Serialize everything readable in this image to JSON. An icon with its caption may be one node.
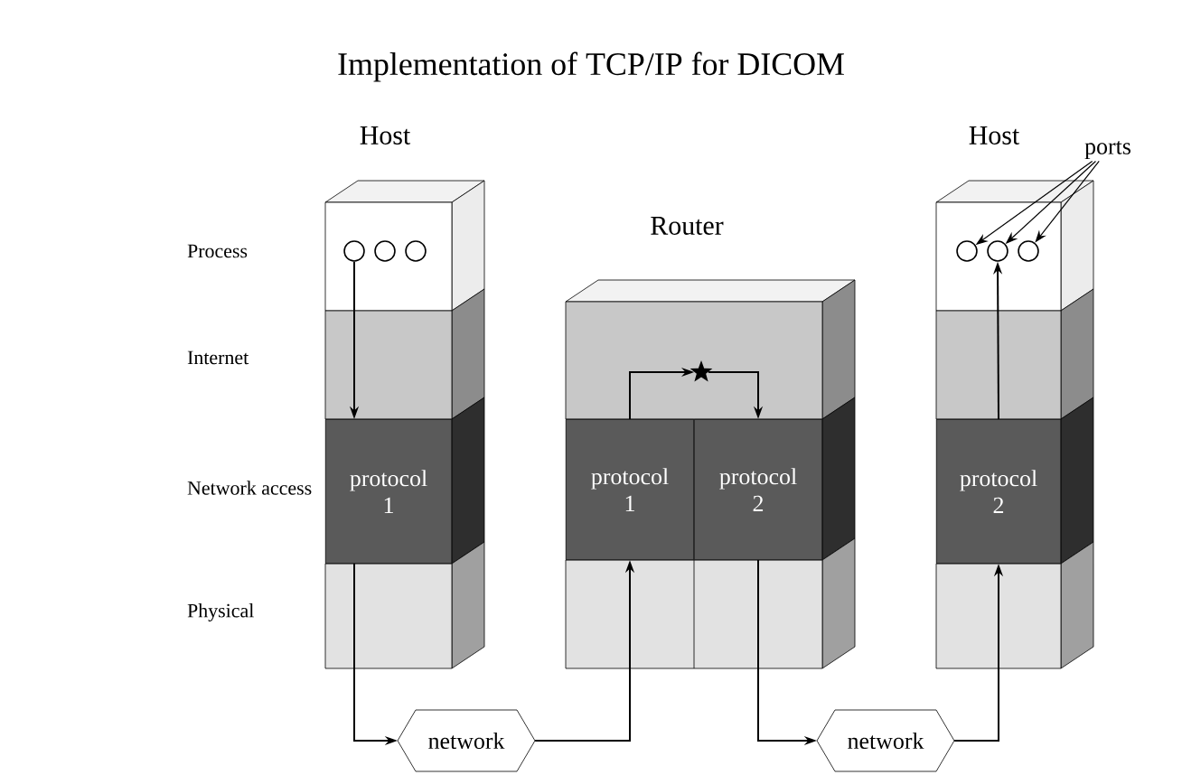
{
  "diagram": {
    "title": "Implementation of TCP/IP for DICOM",
    "nodes": [
      {
        "text": [
          "Host"
        ]
      },
      {
        "text": [],
        "shape": "circle",
        "in": 0
      },
      {
        "text": [],
        "shape": "circle",
        "in": 0
      },
      {
        "text": [],
        "shape": "circle",
        "in": 0
      },
      {
        "text": [
          "protocol 1"
        ],
        "in": 0
      },
      {
        "text": [
          "Router"
        ]
      },
      {
        "text": [],
        "shape": "star",
        "in": 5
      },
      {
        "text": [
          "protocol 1"
        ],
        "in": 5
      },
      {
        "text": [
          "protocol 2"
        ],
        "in": 5
      },
      {
        "text": [
          "Host"
        ]
      },
      {
        "text": [],
        "shape": "circle",
        "in": 9
      },
      {
        "text": [],
        "shape": "circle",
        "in": 9
      },
      {
        "text": [],
        "shape": "circle",
        "in": 9
      },
      {
        "text": [
          "protocol 2"
        ],
        "in": 9
      },
      {
        "text": [
          "network"
        ]
      },
      {
        "text": [
          "network"
        ]
      },
      {
        "text": [
          "ports"
        ]
      }
    ],
    "edges": [
      {
        "from": 1,
        "to": 4,
        "arrow": "to"
      },
      {
        "from": 4,
        "to": 14,
        "arrow": "to"
      },
      {
        "from": 14,
        "to": 7,
        "arrow": "to"
      },
      {
        "from": 7,
        "to": 6,
        "arrow": "to"
      },
      {
        "from": 6,
        "to": 8,
        "arrow": "to"
      },
      {
        "from": 8,
        "to": 15,
        "arrow": "to"
      },
      {
        "from": 15,
        "to": 13,
        "arrow": "to"
      },
      {
        "from": 13,
        "to": 11,
        "arrow": "to"
      },
      {
        "from": 16,
        "to": 10,
        "arrow": "to"
      },
      {
        "from": 16,
        "to": 11,
        "arrow": "to"
      },
      {
        "from": 16,
        "to": 12,
        "arrow": "to"
      }
    ],
    "labels": [
      "Process",
      "Internet",
      "Network access",
      "Physical"
    ]
  }
}
